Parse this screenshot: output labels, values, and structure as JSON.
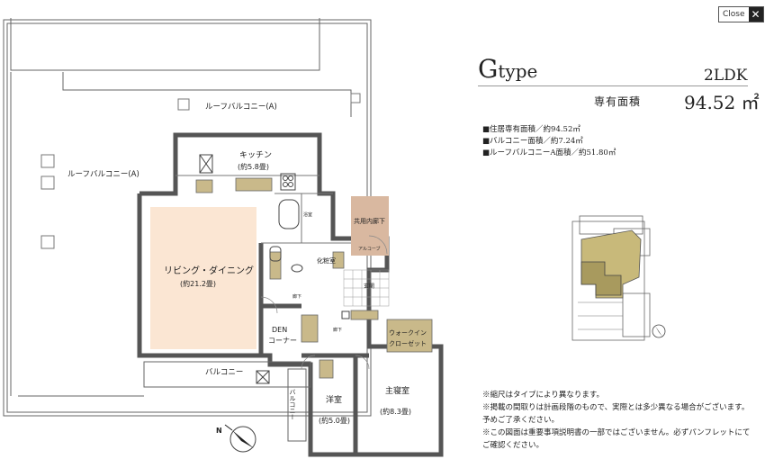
{
  "toolbar": {
    "close_label": "Close"
  },
  "unit": {
    "type_letter": "G",
    "type_suffix": "type",
    "layout": "2LDK",
    "area_label": "専有面積",
    "area_value": "94.52 ㎡"
  },
  "specs": [
    "■住居専有面積／約94.52㎡",
    "■バルコニー面積／約7.24㎡",
    "■ルーフバルコニーA面積／約51.80㎡"
  ],
  "notes": [
    "※縮尺はタイプにより異なります。",
    "※掲載の間取りは計画段階のもので、実際とは多少異なる場合がございます。予めご了承ください。",
    "※この図面は重要事項説明書の一部ではございません。必ずパンフレットにてご確認ください。"
  ],
  "rooms": {
    "roof_balcony_a_top": "ルーフバルコニー(A)",
    "roof_balcony_a_left": "ルーフバルコニー(A)",
    "kitchen": "キッチン",
    "kitchen_size": "(約5.8畳)",
    "bath": "浴室",
    "shared_corridor": "共用内廊下",
    "alcove": "アルコーブ",
    "living": "リビング・ダイニング",
    "living_size": "(約21.2畳)",
    "powder_room": "化粧室",
    "corridor1": "廊下",
    "corridor2": "廊下",
    "entrance": "玄関",
    "den": "DEN",
    "den_corner": "コーナー",
    "walk_in_closet": "ウォークイン",
    "walk_in_closet2": "クローゼット",
    "balcony": "バルコニー",
    "balcony_vertical": "バルコニー",
    "western_room": "洋室",
    "western_room_size": "(約5.0畳)",
    "master_bedroom": "主寝室",
    "master_bedroom_size": "(約8.3畳)",
    "north": "N"
  },
  "colors": {
    "living_floor": "#fbe6d3",
    "shared_corridor": "#d9b8a0",
    "wall": "#555555",
    "wood": "#c9b98a",
    "keyplan_highlight": "#a89a5e",
    "keyplan_unit": "#c8b97a"
  }
}
